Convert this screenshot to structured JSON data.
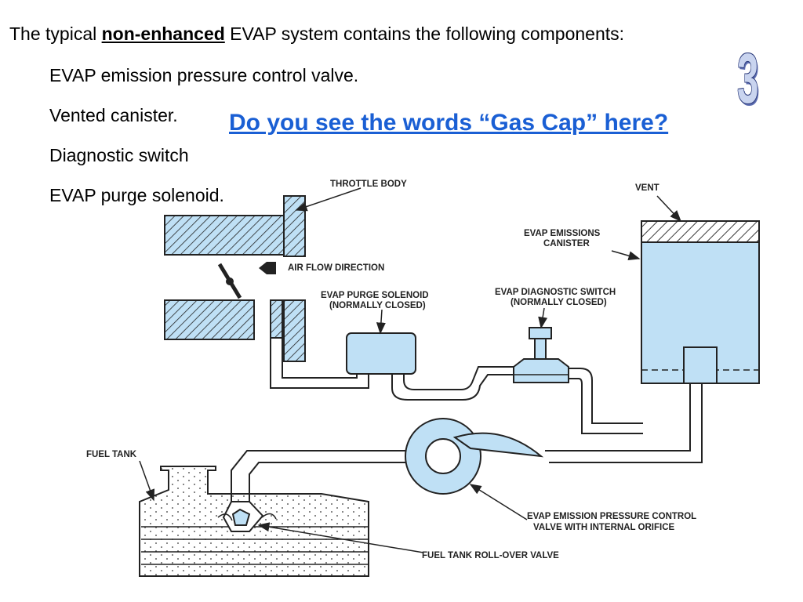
{
  "intro": {
    "prefix": "The typical ",
    "emphasis": "non-enhanced",
    "suffix": " EVAP system contains the following components:"
  },
  "components": [
    "EVAP emission pressure control valve.",
    "Vented canister.",
    "Diagnostic switch",
    "EVAP purge solenoid."
  ],
  "question": "Do you see the words “Gas Cap” here?",
  "slide_number": "3",
  "diagram_labels": {
    "throttle_body": "THROTTLE BODY",
    "vent": "VENT",
    "canister_1": "EVAP EMISSIONS",
    "canister_2": "CANISTER",
    "air_flow": "AIR FLOW DIRECTION",
    "purge_1": "EVAP PURGE SOLENOID",
    "purge_2": "(NORMALLY CLOSED)",
    "diag_1": "EVAP DIAGNOSTIC SWITCH",
    "diag_2": "(NORMALLY CLOSED)",
    "fuel_tank": "FUEL TANK",
    "pressure_1": "EVAP EMISSION PRESSURE CONTROL",
    "pressure_2": "VALVE WITH INTERNAL ORIFICE",
    "rollover": "FUEL TANK ROLL-OVER VALVE"
  },
  "colors": {
    "component_fill": "#bfe0f5",
    "question_link": "#1a5fd4",
    "line": "#222222"
  }
}
